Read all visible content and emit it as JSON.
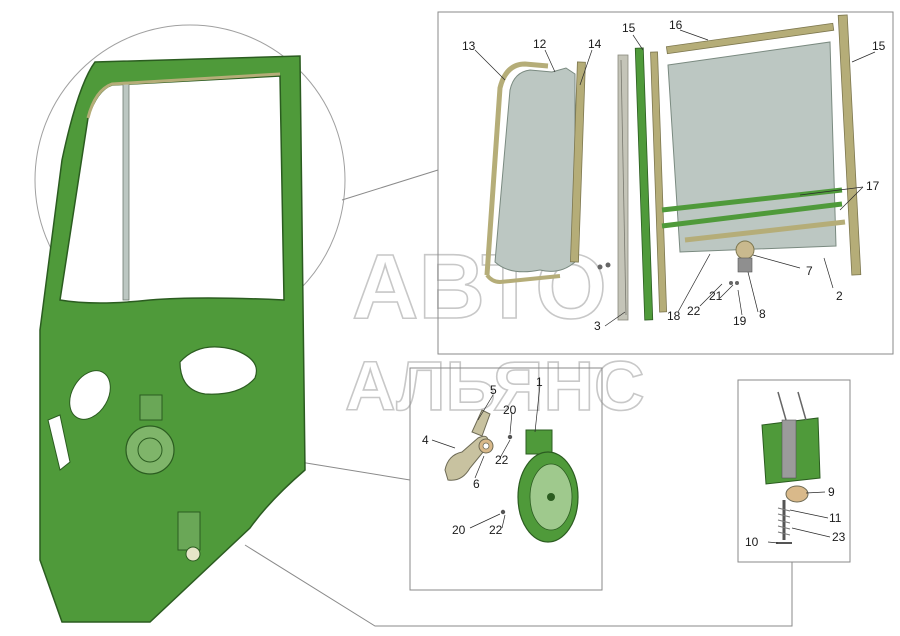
{
  "diagram": {
    "watermark": {
      "line1": "АВТО",
      "line2": "АЛЬЯНС"
    },
    "colors": {
      "door": "#4f9a3a",
      "door_dark": "#2f6f22",
      "glass": "#bcc7c2",
      "seal": "#b5ad78",
      "frame": "#888888"
    },
    "callouts": [
      {
        "id": "c1",
        "text": "1"
      },
      {
        "id": "c2",
        "text": "2"
      },
      {
        "id": "c3",
        "text": "3"
      },
      {
        "id": "c4",
        "text": "4"
      },
      {
        "id": "c5",
        "text": "5"
      },
      {
        "id": "c6",
        "text": "6"
      },
      {
        "id": "c7",
        "text": "7"
      },
      {
        "id": "c8",
        "text": "8"
      },
      {
        "id": "c9",
        "text": "9"
      },
      {
        "id": "c10",
        "text": "10"
      },
      {
        "id": "c11",
        "text": "11"
      },
      {
        "id": "c12",
        "text": "12"
      },
      {
        "id": "c13",
        "text": "13"
      },
      {
        "id": "c14",
        "text": "14"
      },
      {
        "id": "c15a",
        "text": "15"
      },
      {
        "id": "c15b",
        "text": "15"
      },
      {
        "id": "c16",
        "text": "16"
      },
      {
        "id": "c17",
        "text": "17"
      },
      {
        "id": "c18",
        "text": "18"
      },
      {
        "id": "c19",
        "text": "19"
      },
      {
        "id": "c20a",
        "text": "20"
      },
      {
        "id": "c20b",
        "text": "20"
      },
      {
        "id": "c21",
        "text": "21"
      },
      {
        "id": "c22a",
        "text": "22"
      },
      {
        "id": "c22b",
        "text": "22"
      },
      {
        "id": "c22c",
        "text": "22"
      },
      {
        "id": "c23",
        "text": "23"
      }
    ]
  }
}
